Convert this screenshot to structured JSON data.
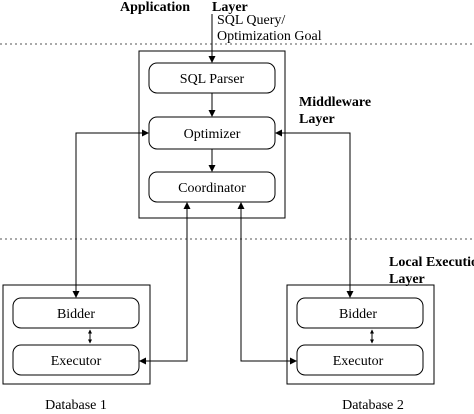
{
  "layers": {
    "application_title": "Application",
    "application_layer_word": "Layer",
    "middleware_title": "Middleware",
    "middleware_layer_word": "Layer",
    "local_title": "Local Executio",
    "local_layer_word": "Layer"
  },
  "input_label": {
    "line1": "SQL Query/",
    "line2": "Optimization Goal"
  },
  "middleware_modules": {
    "parser": "SQL Parser",
    "optimizer": "Optimizer",
    "coordinator": "Coordinator"
  },
  "databases": [
    {
      "bidder": "Bidder",
      "executor": "Executor",
      "name": "Database 1"
    },
    {
      "bidder": "Bidder",
      "executor": "Executor",
      "name": "Database 2"
    }
  ],
  "colors": {
    "stroke": "#000000",
    "background": "#ffffff"
  }
}
